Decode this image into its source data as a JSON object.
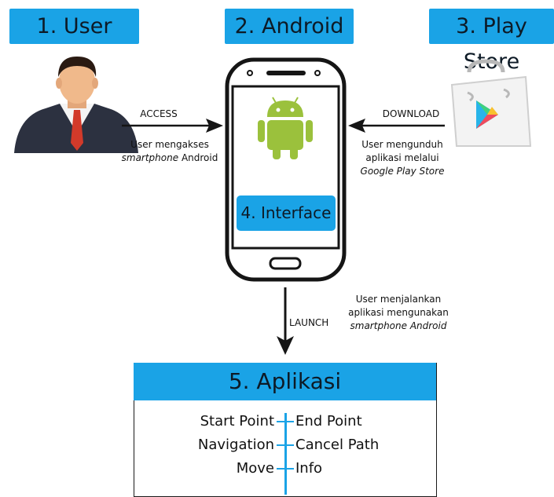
{
  "headers": {
    "user": "1. User",
    "android": "2. Android",
    "play_store": "3. Play Store"
  },
  "access": {
    "verb": "ACCESS",
    "desc_line1": "User mengakses",
    "desc_line2_italic": "smartphone",
    "desc_line2_rest": "Android"
  },
  "download": {
    "verb": "DOWNLOAD",
    "desc_line1": "User mengunduh",
    "desc_line2": "aplikasi melalui",
    "desc_line3_italic": "Google Play Store"
  },
  "interface": {
    "label": "4. Interface"
  },
  "launch": {
    "verb": "LAUNCH",
    "desc_line1": "User menjalankan",
    "desc_line2": "aplikasi mengunakan",
    "desc_line3_italic": "smartphone Android"
  },
  "app": {
    "title": "5. Aplikasi",
    "features_left": [
      "Start Point",
      "Navigation",
      "Move"
    ],
    "features_right": [
      "End Point",
      "Cancel Path",
      "Info"
    ]
  },
  "colors": {
    "accent": "#1aa3e6",
    "android_green": "#9bc13c",
    "user_suit": "#2c3140",
    "tie": "#d23a2a"
  },
  "icons": [
    "user-avatar-icon",
    "android-robot-icon",
    "play-store-bag-icon",
    "arrow-right-icon",
    "arrow-left-icon",
    "arrow-down-icon"
  ]
}
